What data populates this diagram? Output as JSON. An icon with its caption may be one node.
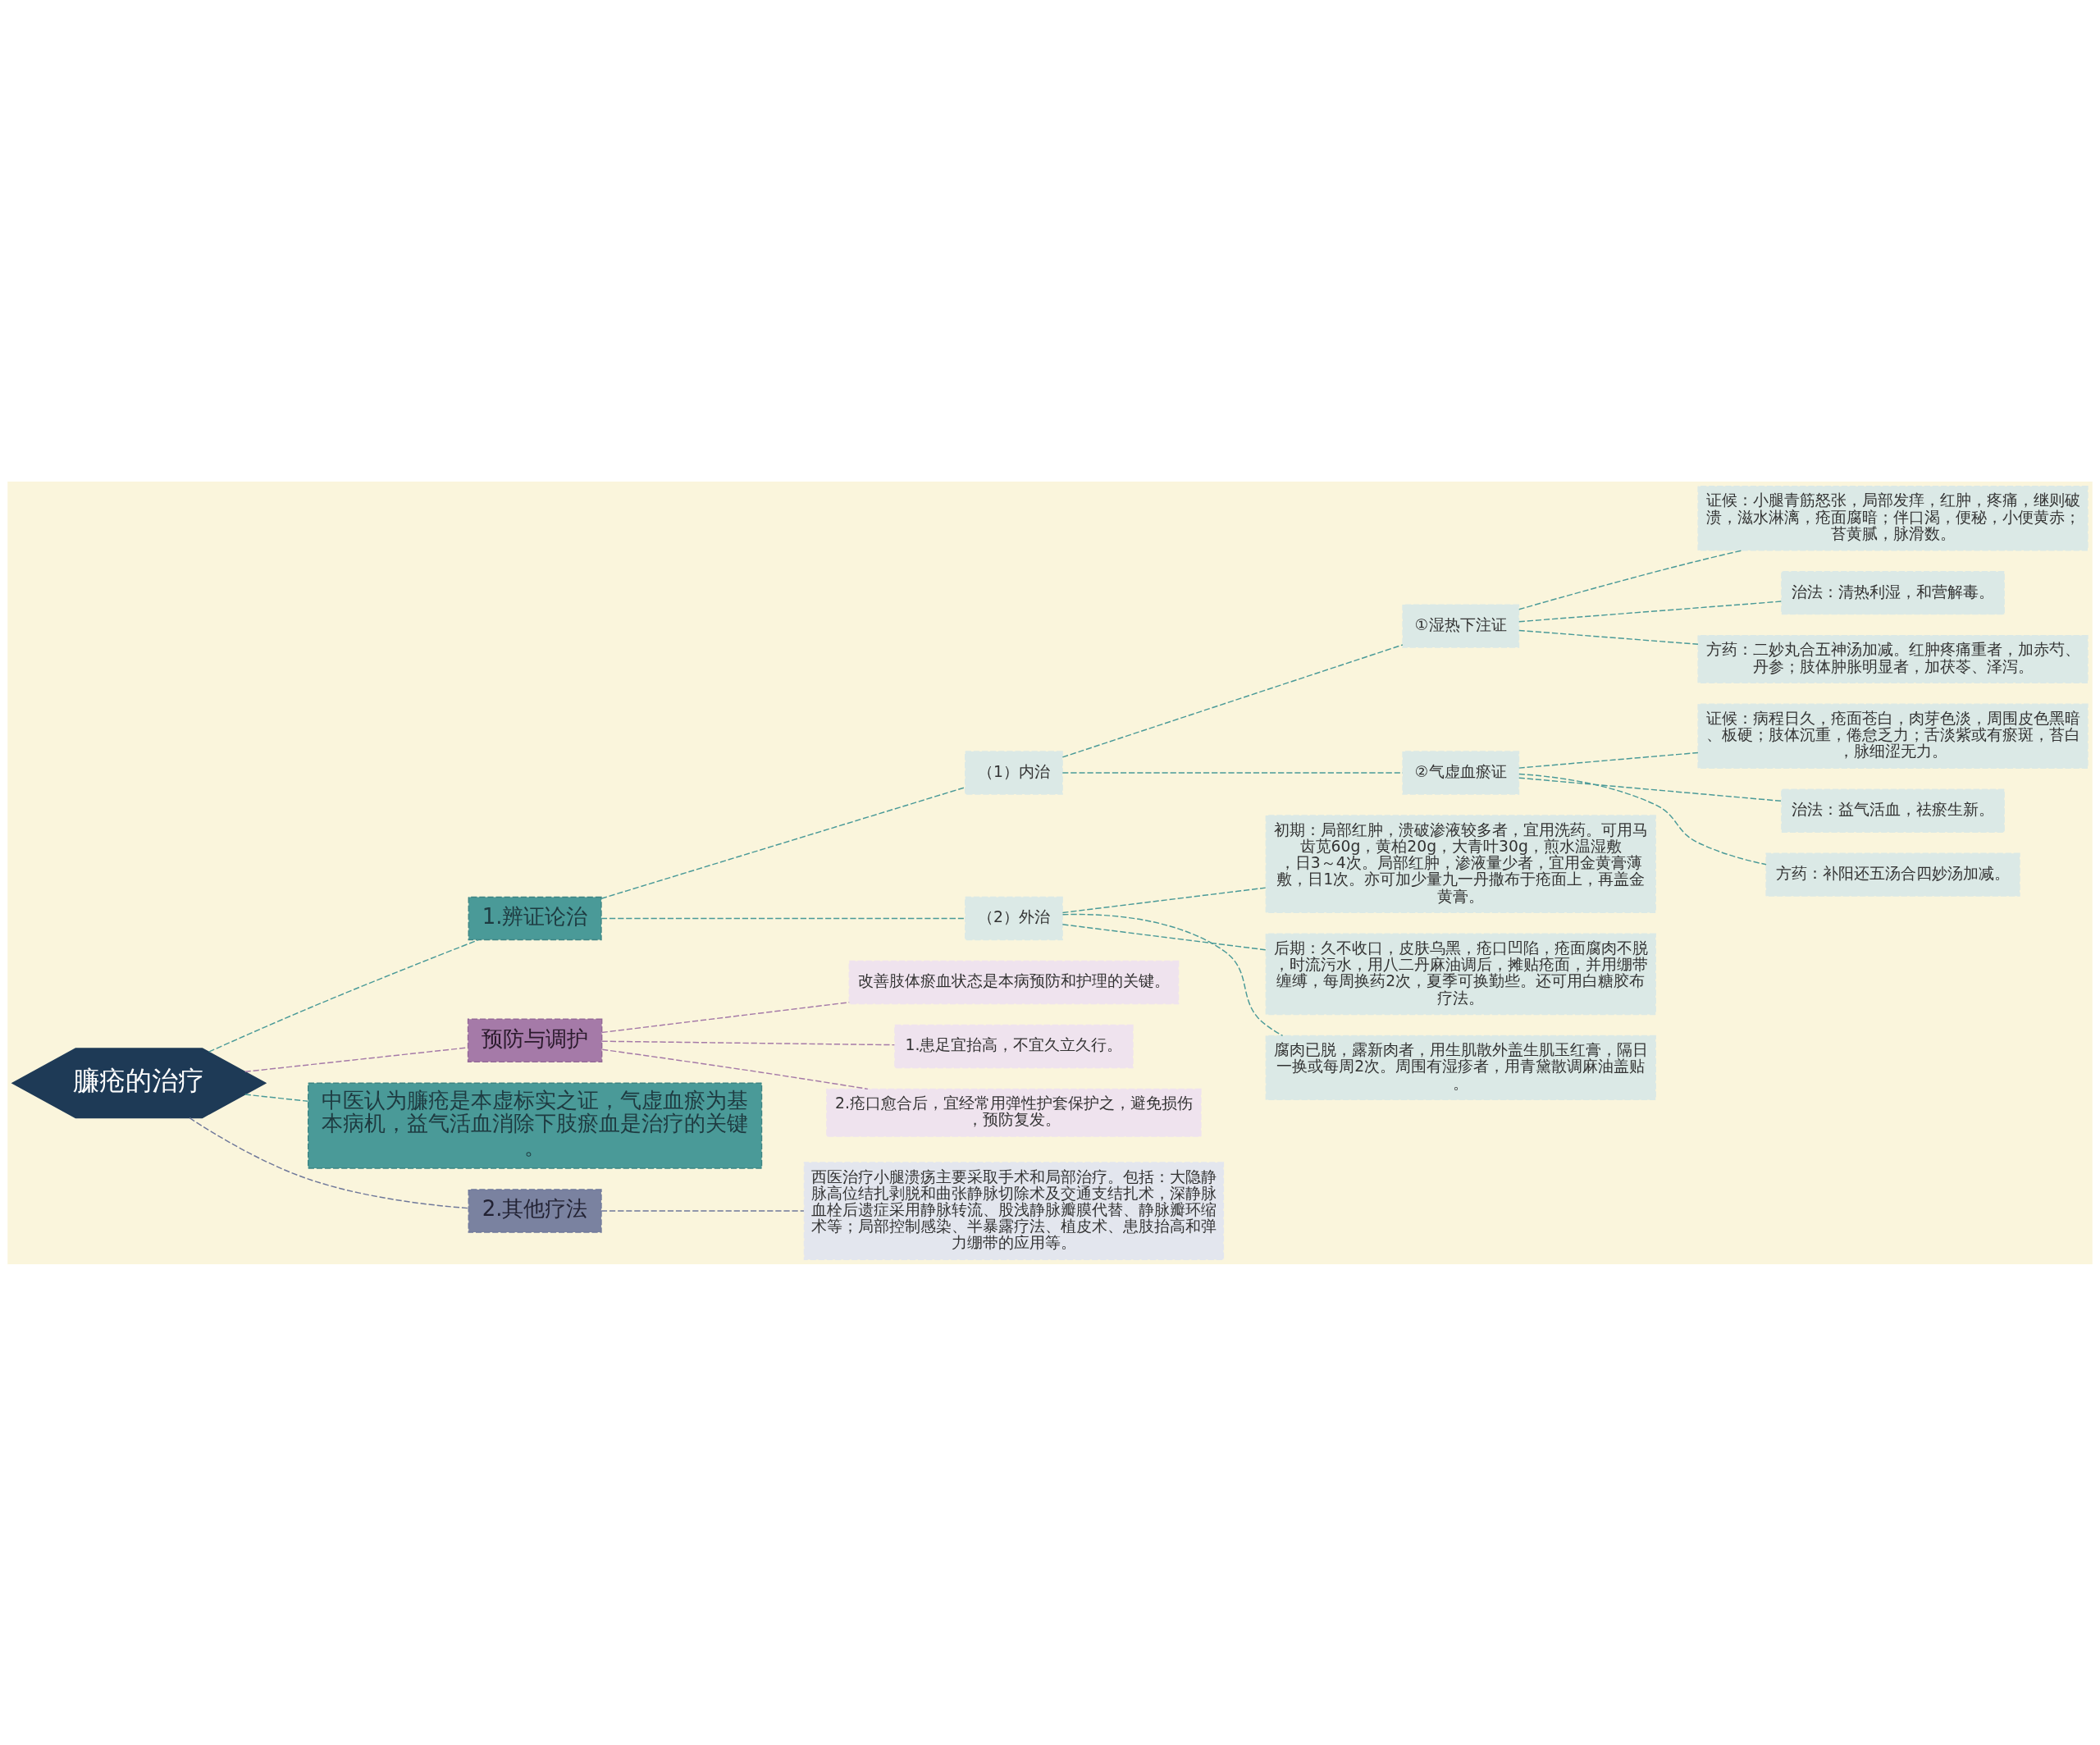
{
  "diagram": {
    "nodes": [
      {
        "text": [
          "臁疮的治疗"
        ]
      },
      {
        "text": [
          "1.辨证论治"
        ]
      },
      {
        "text": [
          "（1）内治"
        ]
      },
      {
        "text": [
          "①湿热下注证"
        ]
      },
      {
        "text": [
          "证候：小腿青筋怒张，局部发痒，红肿，疼痛，继则破溃，滋水淋漓，疮面腐暗；伴口渴，便秘，小便黄赤；苔黄腻，脉滑数。"
        ]
      },
      {
        "text": [
          "治法：清热利湿，和营解毒。"
        ]
      },
      {
        "text": [
          "方药：二妙丸合五神汤加减。红肿疼痛重者，加赤芍、丹参；肢体肿胀明显者，加茯苓、泽泻。"
        ]
      },
      {
        "text": [
          "②气虚血瘀证"
        ]
      },
      {
        "text": [
          "证候：病程日久，疮面苍白，肉芽色淡，周围皮色黑暗、板硬；肢体沉重，倦怠乏力；舌淡紫或有瘀斑，苔白，脉细涩无力。"
        ]
      },
      {
        "text": [
          "治法：益气活血，祛瘀生新。"
        ]
      },
      {
        "text": [
          "方药：补阳还五汤合四妙汤加减。"
        ]
      },
      {
        "text": [
          "（2）外治"
        ]
      },
      {
        "text": [
          "初期：局部红肿，溃破渗液较多者，宜用洗药。可用马齿苋60g，黄柏20g，大青叶30g，煎水温湿敷，日3～4次。局部红肿，渗液量少者，宜用金黄膏薄敷，日1次。亦可加少量九一丹撒布于疮面上，再盖金黄膏。"
        ]
      },
      {
        "text": [
          "后期：久不收口，皮肤乌黑，疮口凹陷，疮面腐肉不脱，时流污水，用八二丹麻油调后，摊贴疮面，并用绷带缠缚，每周换药2次，夏季可换勤些。还可用白糖胶布疗法。"
        ]
      },
      {
        "text": [
          "腐肉已脱，露新肉者，用生肌散外盖生肌玉红膏，隔日一换或每周2次。周围有湿疹者，用青黛散调麻油盖贴。"
        ]
      },
      {
        "text": [
          "预防与调护"
        ]
      },
      {
        "text": [
          "改善肢体瘀血状态是本病预防和护理的关键。"
        ]
      },
      {
        "text": [
          "1.患足宜抬高，不宜久立久行。"
        ]
      },
      {
        "text": [
          "2.疮口愈合后，宜经常用弹性护套保护之，避免损伤，预防复发。"
        ]
      },
      {
        "text": [
          "中医认为臁疮是本虚标实之证，气虚血瘀为基本病机，益气活血消除下肢瘀血是治疗的关键。"
        ]
      },
      {
        "text": [
          "2.其他疗法"
        ]
      },
      {
        "text": [
          "西医治疗小腿溃疡主要采取手术和局部治疗。包括：大隐静脉高位结扎剥脱和曲张静脉切除术及交通支结扎术，深静脉血栓后遗症采用静脉转流、股浅静脉瓣膜代替、静脉瓣环缩术等；局部控制感染、半暴露疗法、植皮术、患肢抬高和弹力绷带的应用等。"
        ]
      }
    ],
    "edges": [
      {
        "from": 0,
        "to": 1,
        "arrow": "none",
        "style": "dashed"
      },
      {
        "from": 1,
        "to": 2,
        "arrow": "none",
        "style": "dashed"
      },
      {
        "from": 2,
        "to": 3,
        "arrow": "none",
        "style": "dashed"
      },
      {
        "from": 3,
        "to": 4,
        "arrow": "none",
        "style": "dashed"
      },
      {
        "from": 3,
        "to": 5,
        "arrow": "none",
        "style": "dashed"
      },
      {
        "from": 3,
        "to": 6,
        "arrow": "none",
        "style": "dashed"
      },
      {
        "from": 2,
        "to": 7,
        "arrow": "none",
        "style": "dashed"
      },
      {
        "from": 7,
        "to": 8,
        "arrow": "none",
        "style": "dashed"
      },
      {
        "from": 7,
        "to": 9,
        "arrow": "none",
        "style": "dashed"
      },
      {
        "from": 7,
        "to": 10,
        "arrow": "none",
        "style": "dashed"
      },
      {
        "from": 1,
        "to": 11,
        "arrow": "none",
        "style": "dashed"
      },
      {
        "from": 11,
        "to": 12,
        "arrow": "none",
        "style": "dashed"
      },
      {
        "from": 11,
        "to": 13,
        "arrow": "none",
        "style": "dashed"
      },
      {
        "from": 11,
        "to": 14,
        "arrow": "none",
        "style": "dashed"
      },
      {
        "from": 0,
        "to": 15,
        "arrow": "none",
        "style": "dashed",
        "color": "#a57aa8"
      },
      {
        "from": 15,
        "to": 16,
        "arrow": "none",
        "style": "dashed",
        "color": "#a57aa8"
      },
      {
        "from": 15,
        "to": 17,
        "arrow": "none",
        "style": "dashed",
        "color": "#a57aa8"
      },
      {
        "from": 15,
        "to": 18,
        "arrow": "none",
        "style": "dashed",
        "color": "#a57aa8"
      },
      {
        "from": 0,
        "to": 19,
        "arrow": "none",
        "style": "dashed"
      },
      {
        "from": 0,
        "to": 20,
        "arrow": "none",
        "style": "dashed",
        "color": "#6f789a"
      },
      {
        "from": 20,
        "to": 21,
        "arrow": "none",
        "style": "dashed",
        "color": "#6f789a"
      }
    ]
  }
}
